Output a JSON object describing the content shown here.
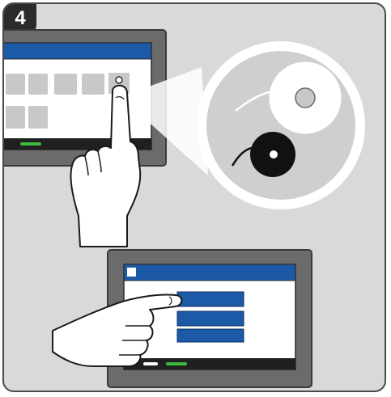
{
  "step": {
    "number": "4"
  },
  "colors": {
    "background": "#d9d9d9",
    "frame_border": "#4a4a4a",
    "device_bezel": "#6b6b6b",
    "screen_bg": "#ffffff",
    "title_bar": "#1c5aa8",
    "tile": "#c8c8c8",
    "status_bar": "#202020",
    "status_green": "#3dbb3d",
    "badge": "#2b2b2b"
  },
  "icons": {
    "step_badge": "number-badge",
    "zoom": "magnifier-circle",
    "spool_empty": "empty-spool-icon",
    "spool_full": "filament-spool-icon"
  },
  "menu": {
    "button_count": 3
  }
}
